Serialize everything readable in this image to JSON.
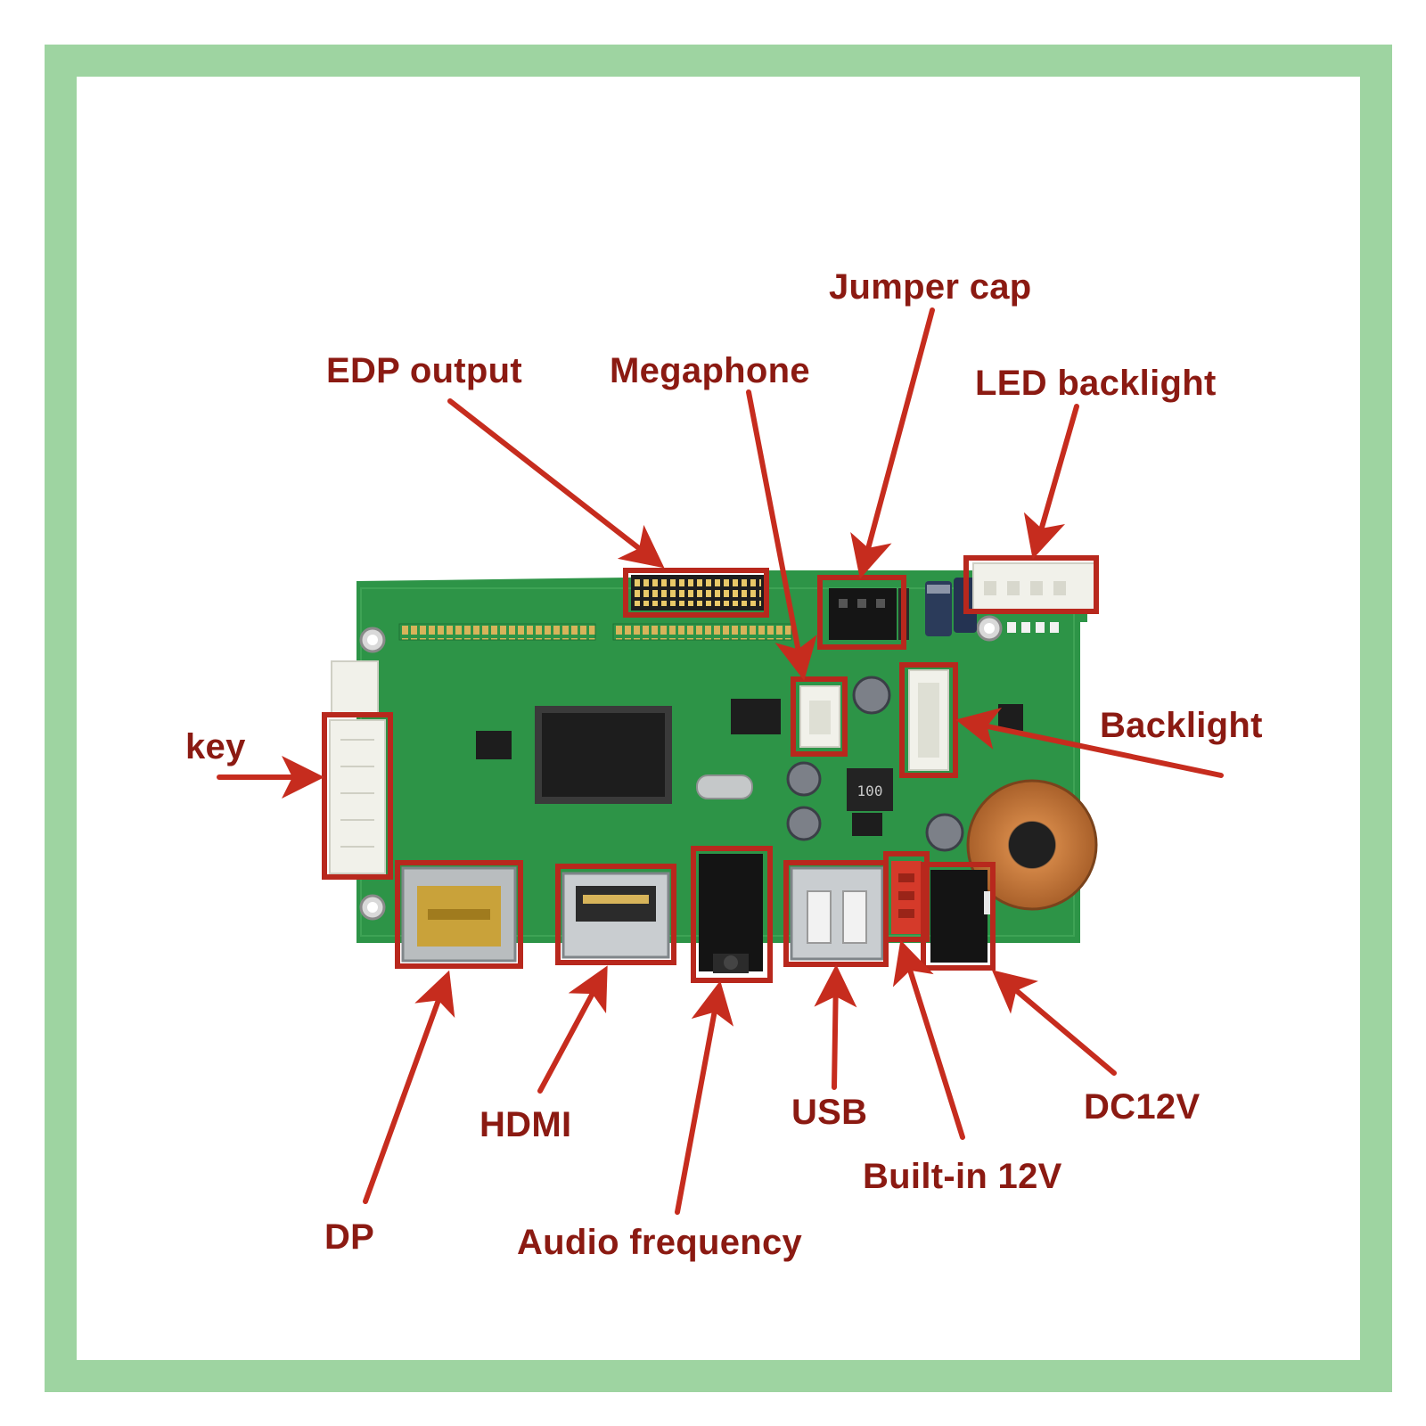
{
  "colors": {
    "frame": "#9ed4a1",
    "label_text": "#8b1a12",
    "arrow": "#c62c1e",
    "highlight_box": "#b8281d",
    "pcb_green": "#2d9447",
    "pcb_dark": "#1f7235",
    "chip": "#1d1d1d",
    "connector_white": "#efefe6",
    "metal": "#c5c8c9",
    "gold": "#c9a23a",
    "copper": "#c8773c"
  },
  "labels": {
    "edp_output": "EDP output",
    "megaphone": "Megaphone",
    "jumper_cap": "Jumper cap",
    "led_backlight": "LED backlight",
    "key": "key",
    "backlight": "Backlight",
    "dp": "DP",
    "hdmi": "HDMI",
    "audio_frequency": "Audio frequency",
    "usb": "USB",
    "built_in_12v": "Built-in 12V",
    "dc12v": "DC12V"
  },
  "board": {
    "inductor_marking": "100"
  }
}
